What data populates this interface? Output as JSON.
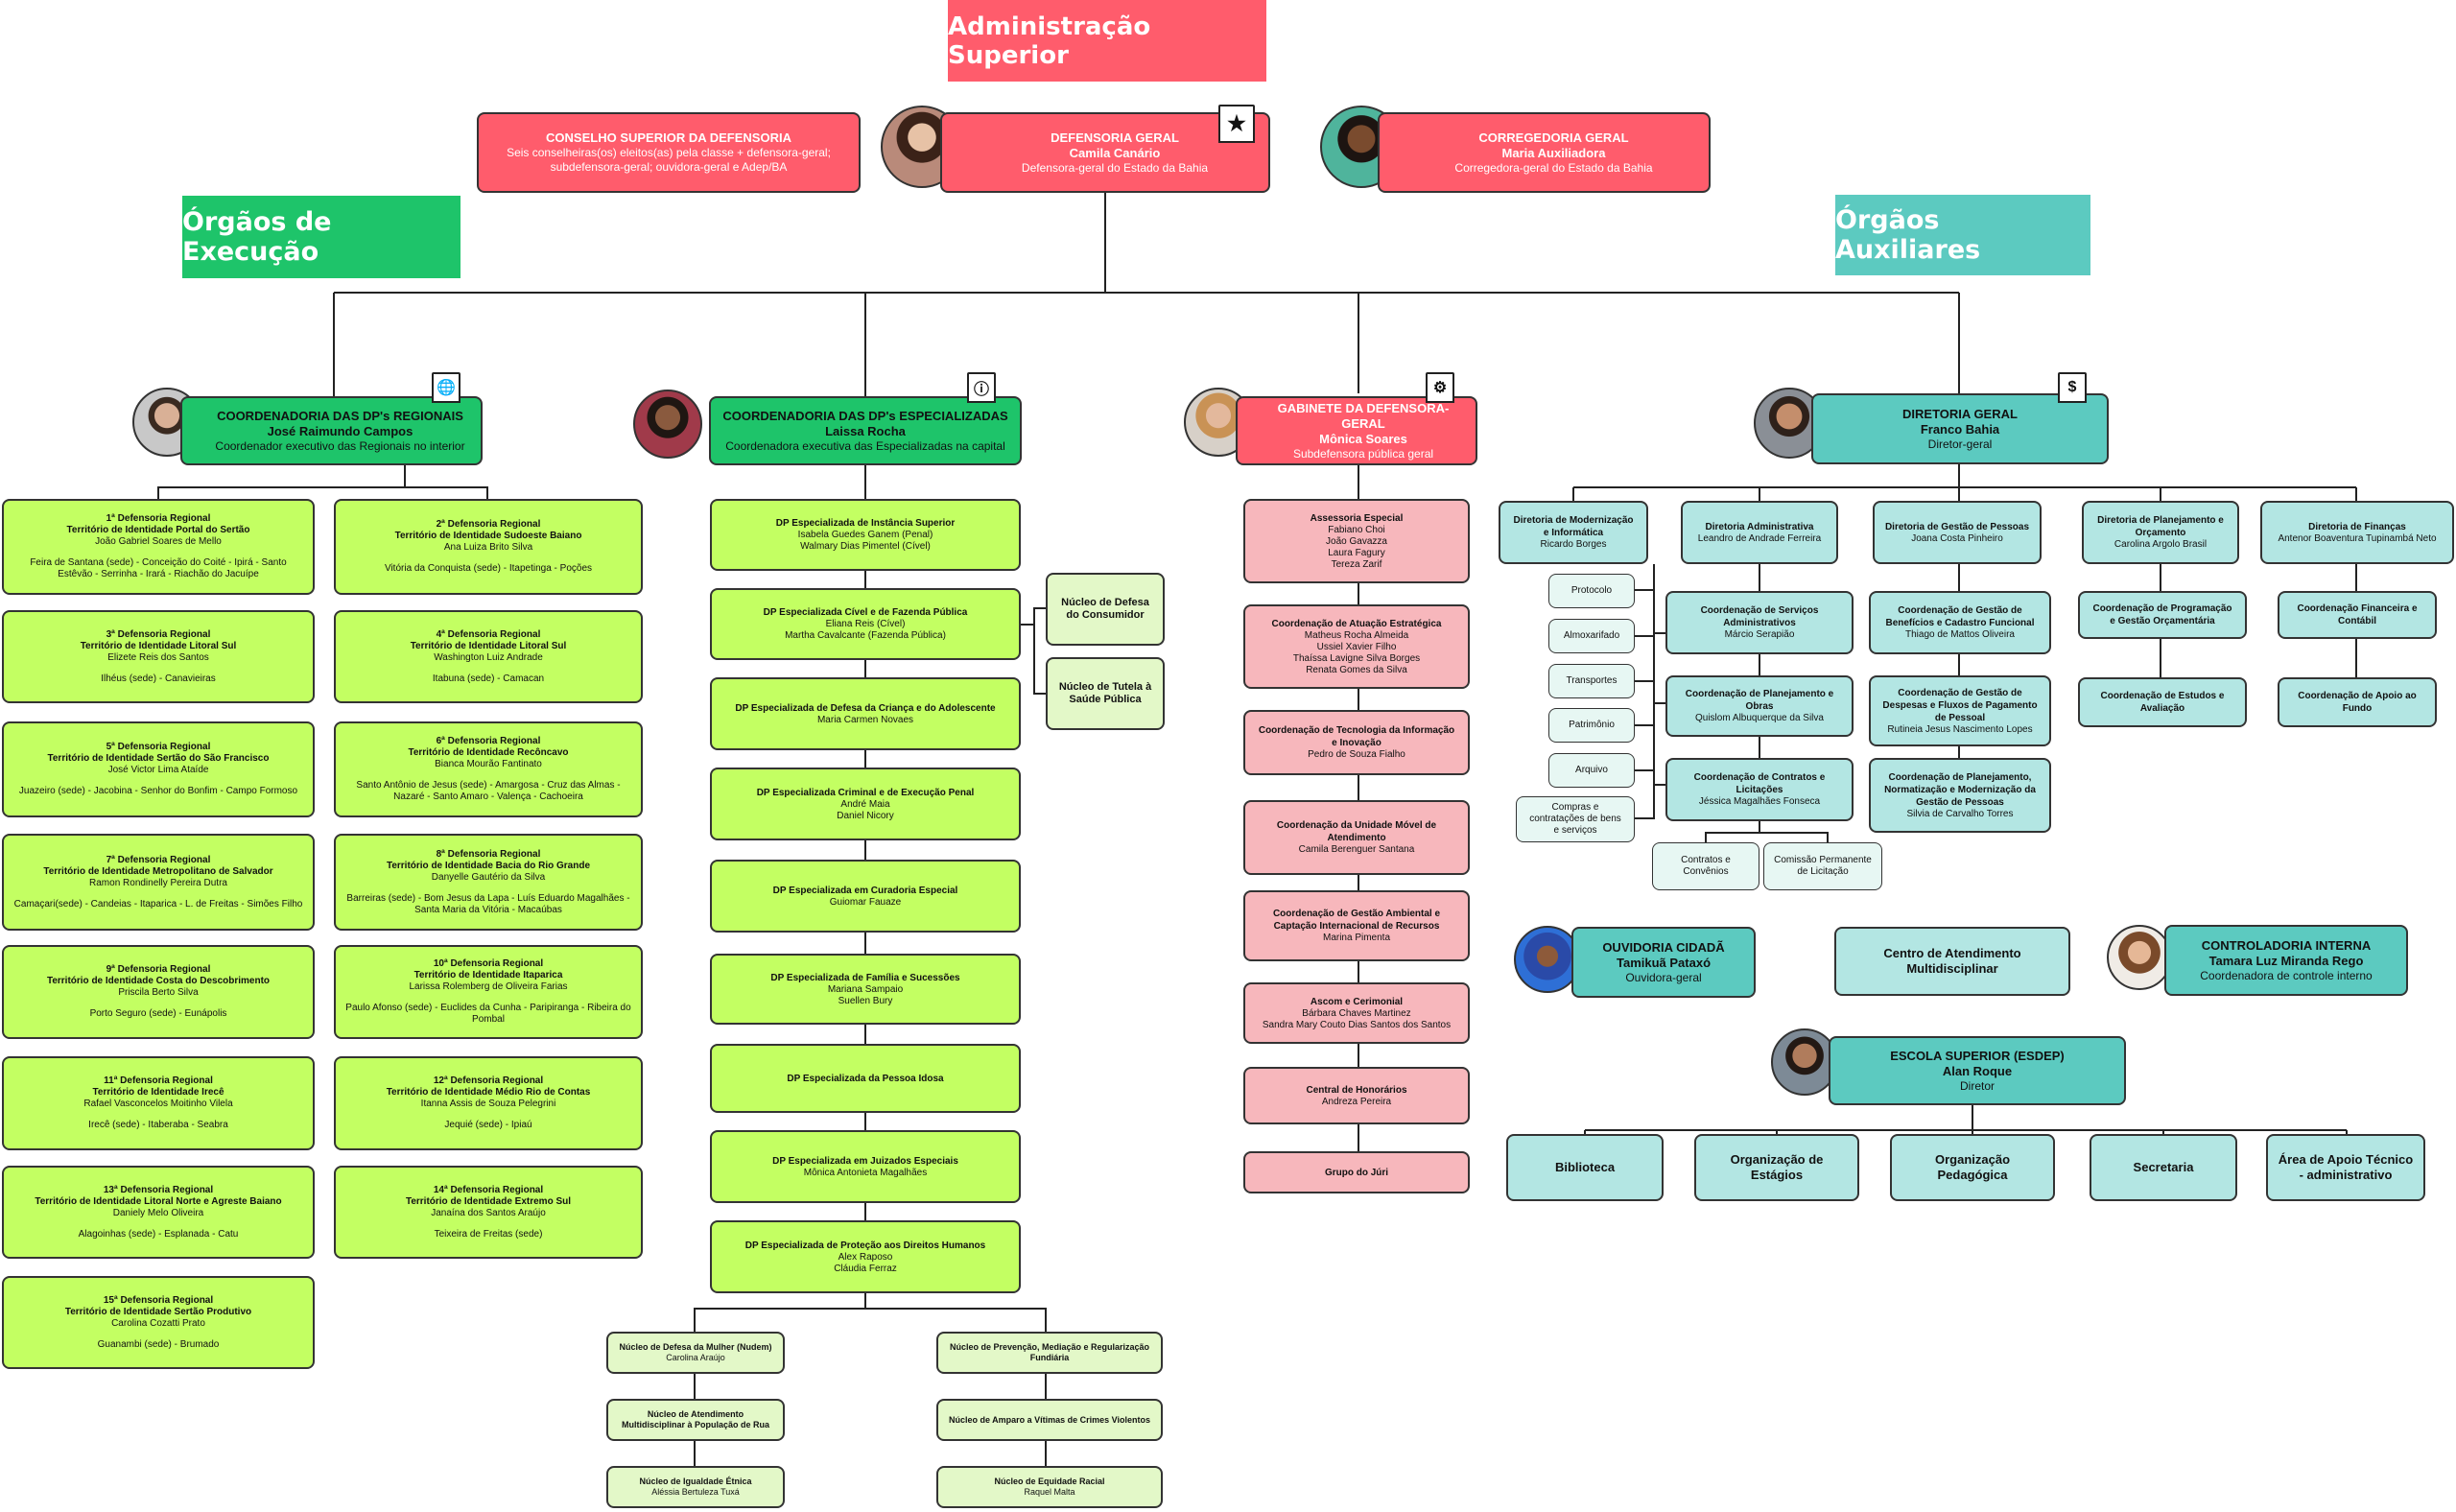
{
  "colors": {
    "pink_header": "#ff5c6c",
    "green_header": "#1ec46a",
    "teal_header": "#5ccac0",
    "lime": "#c3ff62",
    "light_pink": "#f7b7bc",
    "light_teal": "#b3e6e3"
  },
  "top_title": "Administração Superior",
  "section_left": "Órgãos de Execução",
  "section_right": "Órgãos Auxiliares",
  "conselho": {
    "title": "CONSELHO SUPERIOR DA DEFENSORIA",
    "desc": "Seis conselheiras(os) eleitos(as) pela classe + defensora-geral; subdefensora-geral; ouvidora-geral e Adep/BA"
  },
  "defensoria": {
    "title": "DEFENSORIA GERAL",
    "name": "Camila Canário",
    "role": "Defensora-geral do Estado da Bahia",
    "icon": "star-icon"
  },
  "corregedoria": {
    "title": "CORREGEDORIA GERAL",
    "name": "Maria Auxiliadora",
    "role": "Corregedora-geral do Estado da Bahia"
  },
  "regionais": {
    "title": "COORDENADORIA DAS DP's REGIONAIS",
    "name": "José Raimundo Campos",
    "role": "Coordenador executivo das Regionais no interior",
    "icon": "globe-icon",
    "items": [
      {
        "t1": "1ª Defensoria Regional",
        "t2": "Território de Identidade Portal do Sertão",
        "name": "João Gabriel Soares de Mello",
        "places": "Feira de Santana (sede) - Conceição do Coité - Ipirá - Santo Estêvão - Serrinha - Irará - Riachão do Jacuípe"
      },
      {
        "t1": "2ª Defensoria Regional",
        "t2": "Território de Identidade Sudoeste Baiano",
        "name": "Ana Luiza Brito Silva",
        "places": "Vitória da Conquista (sede) - Itapetinga - Poções"
      },
      {
        "t1": "3ª Defensoria Regional",
        "t2": "Território de Identidade Litoral Sul",
        "name": "Elizete Reis dos Santos",
        "places": "Ilhéus (sede) - Canavieiras"
      },
      {
        "t1": "4ª Defensoria Regional",
        "t2": "Território de Identidade Litoral Sul",
        "name": "Washington Luiz Andrade",
        "places": "Itabuna (sede) - Camacan"
      },
      {
        "t1": "5ª Defensoria Regional",
        "t2": "Território de Identidade Sertão do São Francisco",
        "name": "José Victor Lima Ataíde",
        "places": "Juazeiro (sede) - Jacobina - Senhor do Bonfim - Campo Formoso"
      },
      {
        "t1": "6ª Defensoria Regional",
        "t2": "Território de Identidade Recôncavo",
        "name": "Bianca Mourão Fantinato",
        "places": "Santo Antônio de Jesus (sede) - Amargosa - Cruz das Almas - Nazaré - Santo Amaro - Valença - Cachoeira"
      },
      {
        "t1": "7ª Defensoria Regional",
        "t2": "Território de Identidade Metropolitano de Salvador",
        "name": "Ramon Rondinelly Pereira Dutra",
        "places": "Camaçari(sede) - Candeias - Itaparica - L. de Freitas - Simões Filho"
      },
      {
        "t1": "8ª Defensoria Regional",
        "t2": "Território de Identidade Bacia do Rio Grande",
        "name": "Danyelle Gautério da Silva",
        "places": "Barreiras (sede) - Bom Jesus da Lapa - Luís Eduardo Magalhães - Santa Maria da Vitória - Macaúbas"
      },
      {
        "t1": "9ª Defensoria Regional",
        "t2": "Território de Identidade Costa do Descobrimento",
        "name": "Priscila Berto Silva",
        "places": "Porto Seguro (sede) - Eunápolis"
      },
      {
        "t1": "10ª Defensoria Regional",
        "t2": "Território de Identidade Itaparica",
        "name": "Larissa Rolemberg de Oliveira Farias",
        "places": "Paulo Afonso (sede) - Euclides da Cunha - Paripiranga - Ribeira do Pombal"
      },
      {
        "t1": "11ª Defensoria Regional",
        "t2": "Território de Identidade Irecê",
        "name": "Rafael Vasconcelos Moitinho Vilela",
        "places": "Irecê (sede) - Itaberaba - Seabra"
      },
      {
        "t1": "12ª Defensoria Regional",
        "t2": "Território de Identidade Médio Rio de Contas",
        "name": "Itanna Assis de Souza Pelegrini",
        "places": "Jequié (sede) - Ipiaú"
      },
      {
        "t1": "13ª Defensoria Regional",
        "t2": "Território de Identidade Litoral Norte e Agreste Baiano",
        "name": "Daniely Melo Oliveira",
        "places": "Alagoinhas (sede) - Esplanada - Catu"
      },
      {
        "t1": "14ª Defensoria Regional",
        "t2": "Território de Identidade Extremo Sul",
        "name": "Janaína dos Santos Araújo",
        "places": "Teixeira de Freitas (sede)"
      },
      {
        "t1": "15ª Defensoria Regional",
        "t2": "Território de Identidade Sertão Produtivo",
        "name": "Carolina Cozatti Prato",
        "places": "Guanambi (sede) - Brumado"
      }
    ]
  },
  "especializadas": {
    "title": "COORDENADORIA DAS DP's ESPECIALIZADAS",
    "name": "Laissa Rocha",
    "role": "Coordenadora executiva das Especializadas na capital",
    "icon": "info-icon",
    "items": [
      {
        "t": "DP Especializada de Instância Superior",
        "p": "Isabela Guedes Ganem (Penal)",
        "p2": "Walmary Dias Pimentel (Cível)"
      },
      {
        "t": "DP Especializada Cível e de Fazenda Pública",
        "p": "Eliana Reis (Cível)",
        "p2": "Martha Cavalcante (Fazenda Pública)"
      },
      {
        "t": "DP Especializada de Defesa da Criança e do Adolescente",
        "p": "Maria Carmen Novaes",
        "p2": ""
      },
      {
        "t": "DP Especializada Criminal e de Execução Penal",
        "p": "André Maia",
        "p2": "Daniel Nicory"
      },
      {
        "t": "DP Especializada em Curadoria Especial",
        "p": "Guiomar Fauaze",
        "p2": ""
      },
      {
        "t": "DP Especializada de Família e Sucessões",
        "p": "Mariana Sampaio",
        "p2": "Suellen Bury"
      },
      {
        "t": "DP Especializada da Pessoa Idosa",
        "p": "",
        "p2": ""
      },
      {
        "t": "DP Especializada em Juizados Especiais",
        "p": "Mônica Antonieta Magalhães",
        "p2": ""
      },
      {
        "t": "DP Especializada de Proteção aos Direitos Humanos",
        "p": "Alex Raposo",
        "p2": "Cláudia Ferraz"
      }
    ],
    "nucleos_side": [
      "Núcleo de Defesa do Consumidor",
      "Núcleo de Tutela à Saúde Pública"
    ],
    "nucleos_bottom": [
      {
        "t": "Núcleo de Defesa da Mulher (Nudem)",
        "p": "Carolina Araújo"
      },
      {
        "t": "Núcleo de Prevenção, Mediação e Regularização Fundiária",
        "p": ""
      },
      {
        "t": "Núcleo de Atendimento Multidisciplinar à População de Rua",
        "p": ""
      },
      {
        "t": "Núcleo de Amparo a Vítimas de Crimes Violentos",
        "p": ""
      },
      {
        "t": "Núcleo de Igualdade Étnica",
        "p": "Aléssia Bertuleza Tuxá"
      },
      {
        "t": "Núcleo de Equidade Racial",
        "p": "Raquel Malta"
      }
    ]
  },
  "gabinete": {
    "title": "GABINETE DA DEFENSORA-GERAL",
    "name": "Mônica Soares",
    "role": "Subdefensora pública geral",
    "icon": "gear-icon",
    "items": [
      {
        "t": "Assessoria Especial",
        "lines": [
          "Fabiano Choi",
          "João Gavazza",
          "Laura Fagury",
          "Tereza Zarif"
        ]
      },
      {
        "t": "Coordenação de Atuação Estratégica",
        "lines": [
          "Matheus Rocha Almeida",
          "Ussiel Xavier Filho",
          "Thaíssa Lavigne Silva Borges",
          "Renata Gomes da Silva"
        ]
      },
      {
        "t": "Coordenação de Tecnologia da Informação e Inovação",
        "lines": [
          "Pedro de Souza Fialho"
        ]
      },
      {
        "t": "Coordenação da Unidade Móvel de Atendimento",
        "lines": [
          "Camila Berenguer Santana"
        ]
      },
      {
        "t": "Coordenação de Gestão Ambiental e Captação Internacional de Recursos",
        "lines": [
          "Marina Pimenta"
        ]
      },
      {
        "t": "Ascom e Cerimonial",
        "lines": [
          "Bárbara Chaves Martinez",
          "Sandra Mary Couto Dias Santos dos Santos"
        ]
      },
      {
        "t": "Central de Honorários",
        "lines": [
          "Andreza Pereira"
        ]
      },
      {
        "t": "Grupo do Júri",
        "lines": []
      }
    ]
  },
  "diretoria": {
    "title": "DIRETORIA GERAL",
    "name": "Franco Bahia",
    "role": "Diretor-geral",
    "icon": "dollar-icon",
    "dirs": [
      {
        "t": "Diretoria de Modernização e Informática",
        "p": "Ricardo Borges"
      },
      {
        "t": "Diretoria Administrativa",
        "p": "Leandro de Andrade Ferreira"
      },
      {
        "t": "Diretoria de Gestão de Pessoas",
        "p": "Joana Costa Pinheiro"
      },
      {
        "t": "Diretoria de Planejamento e Orçamento",
        "p": "Carolina Argolo Brasil"
      },
      {
        "t": "Diretoria de Finanças",
        "p": "Antenor Boaventura Tupinambá Neto"
      }
    ],
    "adm_units": [
      "Protocolo",
      "Almoxarifado",
      "Transportes",
      "Patrimônio",
      "Arquivo",
      "Compras e contratações de bens e serviços"
    ],
    "adm_coords": [
      {
        "t": "Coordenação de Serviços Administrativos",
        "p": "Márcio Serapião"
      },
      {
        "t": "Coordenação de Planejamento e Obras",
        "p": "Quislom Albuquerque da Silva"
      },
      {
        "t": "Coordenação de Contratos e Licitações",
        "p": "Jéssica Magalhães Fonseca"
      }
    ],
    "contratos_sub": [
      "Contratos e Convênios",
      "Comissão Permanente de Licitação"
    ],
    "pessoas_coords": [
      {
        "t": "Coordenação de Gestão de Benefícios e Cadastro Funcional",
        "p": "Thiago de Mattos Oliveira"
      },
      {
        "t": "Coordenação de Gestão de Despesas e Fluxos de Pagamento de Pessoal",
        "p": "Rutineia Jesus Nascimento Lopes"
      },
      {
        "t": "Coordenação de Planejamento, Normatização e Modernização da Gestão de Pessoas",
        "p": "Silvia de Carvalho Torres"
      }
    ],
    "plan_coords": [
      {
        "t": "Coordenação de Programação e Gestão Orçamentária",
        "p": ""
      },
      {
        "t": "Coordenação de Estudos e Avaliação",
        "p": ""
      }
    ],
    "fin_coords": [
      {
        "t": "Coordenação Financeira e Contábil",
        "p": ""
      },
      {
        "t": "Coordenação de Apoio ao Fundo",
        "p": ""
      }
    ]
  },
  "ouvidoria": {
    "title": "OUVIDORIA CIDADÃ",
    "name": "Tamikuã Pataxó",
    "role": "Ouvidora-geral"
  },
  "centro": {
    "title": "Centro de Atendimento Multidisciplinar"
  },
  "controladoria": {
    "title": "CONTROLADORIA INTERNA",
    "name": "Tamara Luz Miranda Rego",
    "role": "Coordenadora de controle interno"
  },
  "escola": {
    "title": "ESCOLA SUPERIOR  (ESDEP)",
    "name": "Alan Roque",
    "role": "Diretor",
    "items": [
      "Biblioteca",
      "Organização de Estágios",
      "Organização Pedagógica",
      "Secretaria",
      "Área de Apoio Técnico - administrativo"
    ]
  }
}
